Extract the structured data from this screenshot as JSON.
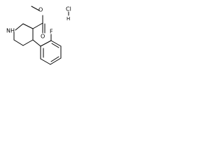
{
  "molecule": {
    "atoms": {
      "nh": "NH",
      "o_methoxy": "O",
      "o_carbonyl": "O",
      "f": "F",
      "cl": "Cl",
      "h": "H"
    },
    "colors": {
      "bond": "#000000",
      "label": "#000000",
      "background": "#ffffff"
    }
  }
}
